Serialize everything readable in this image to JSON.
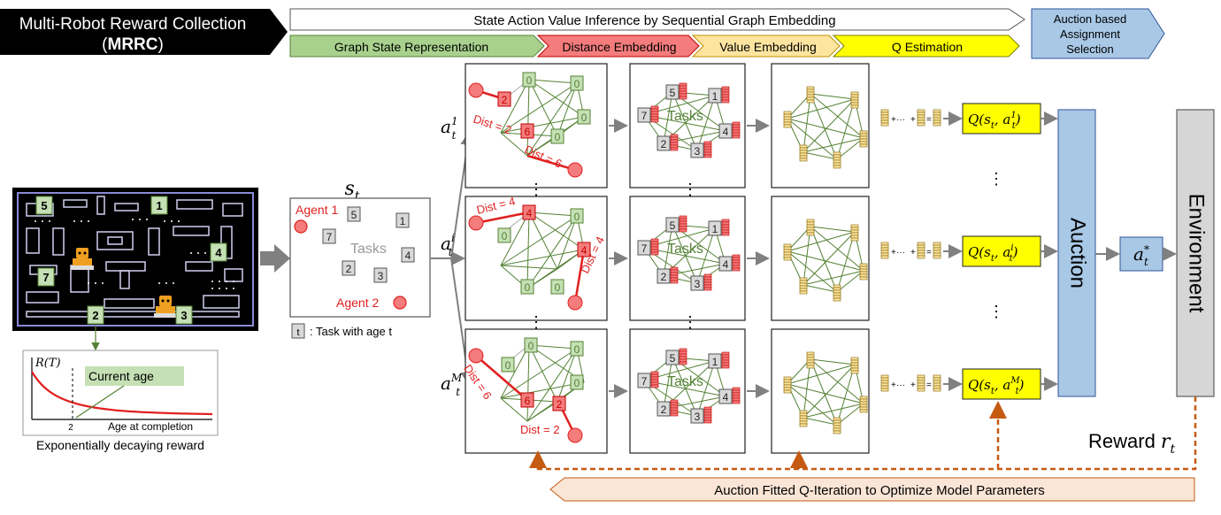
{
  "header": {
    "mrrc_line1": "Multi-Robot Reward Collection",
    "mrrc_open": "(",
    "mrrc_abbrev": "MRRC",
    "mrrc_close": ")",
    "savi_title": "State Action Value Inference by Sequential Graph Embedding",
    "stage_graph": "Graph State Representation",
    "stage_distance": "Distance Embedding",
    "stage_value": "Value Embedding",
    "stage_q": "Q Estimation",
    "auction_line1": "Auction based",
    "auction_line2": "Assignment",
    "auction_line3": "Selection"
  },
  "colors": {
    "black": "#000000",
    "green_stage": "#a9d18e",
    "red_stage": "#f47c7c",
    "value_stage": "#fde5a0",
    "q_stage": "#ffff00",
    "auction_blue": "#a8c8e6",
    "environment_gray": "#d6d6d6",
    "edge_green": "#548235",
    "red": "#e02020",
    "brown_feedback": "#c55a11",
    "maze_blue": "#1f2fa8"
  },
  "maze": {
    "task_labels": [
      "5",
      "1",
      "4",
      "7",
      "2",
      "3"
    ]
  },
  "reward_plot": {
    "ylabel": "R(T)",
    "current_age": "Current age",
    "tick": "2",
    "xlabel": "Age at completion",
    "caption": "Exponentially decaying reward"
  },
  "state": {
    "symbol": "s",
    "subscript": "t",
    "agent1": "Agent 1",
    "agent2": "Agent 2",
    "tasks": "Tasks",
    "task_values": [
      "5",
      "1",
      "7",
      "4",
      "2",
      "3"
    ],
    "legend_box": "t",
    "legend_text": ": Task with age t"
  },
  "actions": [
    {
      "base": "a",
      "sup": "1",
      "sub": "t"
    },
    {
      "base": "a",
      "sup": "i",
      "sub": "t"
    },
    {
      "base": "a",
      "sup": "M",
      "sub": "t"
    }
  ],
  "distance_rows": [
    {
      "d1": "Dist = 2",
      "d2": "Dist = 6",
      "nodes": [
        "2",
        "0",
        "0",
        "6",
        "0",
        "0"
      ]
    },
    {
      "d1": "Dist = 4",
      "d2": "Dist = 4",
      "nodes": [
        "4",
        "0",
        "0",
        "4",
        "0",
        "0"
      ]
    },
    {
      "d1": "Dist = 6",
      "d2": "Dist = 2",
      "nodes": [
        "6",
        "0",
        "0",
        "2",
        "0",
        "0"
      ]
    }
  ],
  "embedding_graph": {
    "tasks": "Tasks",
    "nodes": [
      "5",
      "1",
      "7",
      "4",
      "2",
      "3"
    ]
  },
  "q_values": [
    {
      "prefix": "Q(s",
      "sub": "t",
      "mid": ", a",
      "asup": "1",
      "asub": "t",
      "end": ")"
    },
    {
      "prefix": "Q(s",
      "sub": "t",
      "mid": ", a",
      "asup": "i",
      "asub": "t",
      "end": ")"
    },
    {
      "prefix": "Q(s",
      "sub": "t",
      "mid": ", a",
      "asup": "M",
      "asub": "t",
      "end": ")"
    }
  ],
  "ellipsis": "⋮",
  "sum_ops": [
    "+",
    "···",
    "+",
    "="
  ],
  "auction_block": "Auction",
  "selected_action": {
    "base": "a",
    "sup": "*",
    "sub": "t"
  },
  "environment": "Environment",
  "reward": {
    "label": "Reward ",
    "symbol": "r",
    "sub": "t"
  },
  "footer": "Auction Fitted Q-Iteration to Optimize Model Parameters"
}
